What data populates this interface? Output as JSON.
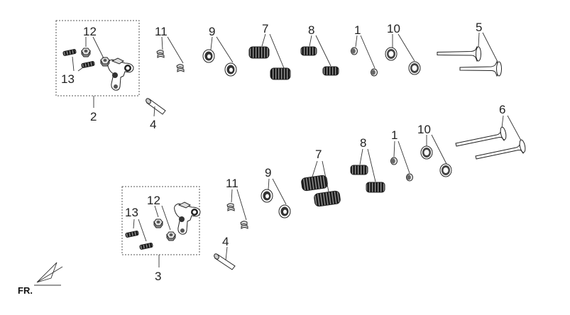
{
  "labels": {
    "top_1": "1",
    "top_2": "2",
    "top_4": "4",
    "top_5": "5",
    "top_7": "7",
    "top_8": "8",
    "top_9": "9",
    "top_10": "10",
    "top_11": "11",
    "top_12": "12",
    "top_13": "13",
    "bot_1": "1",
    "bot_3": "3",
    "bot_4": "4",
    "bot_6": "6",
    "bot_7": "7",
    "bot_8": "8",
    "bot_9": "9",
    "bot_10": "10",
    "bot_11": "11",
    "bot_12": "12",
    "bot_13": "13"
  },
  "direction_marker": "FR.",
  "colors": {
    "ink": "#222222",
    "box": "#555555",
    "fill_dark": "#333333",
    "fill_light": "#e6e6e6"
  }
}
